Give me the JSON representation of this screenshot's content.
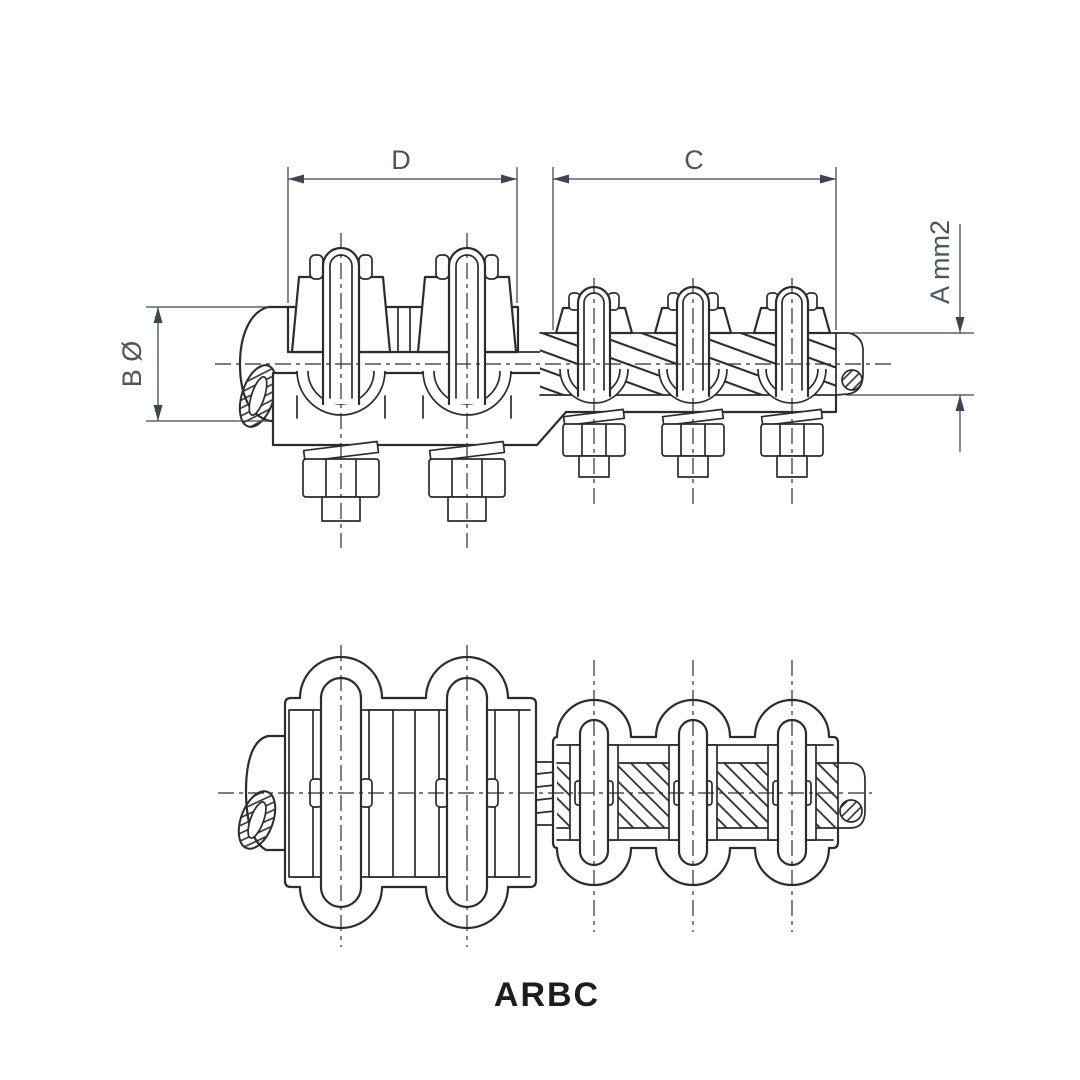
{
  "page": {
    "background": "#ffffff"
  },
  "drawing": {
    "part_label": "ARBC",
    "dimension_labels": {
      "left_clamp_width": "D",
      "right_clamp_width": "C",
      "cable_diameter": "B Ø",
      "conductor_area": "A mm2"
    }
  },
  "colors": {
    "line": "#2a2c31",
    "dimension_line": "#3e4550",
    "dimension_text": "#4d565f",
    "part_label_text": "#1d1d21"
  }
}
